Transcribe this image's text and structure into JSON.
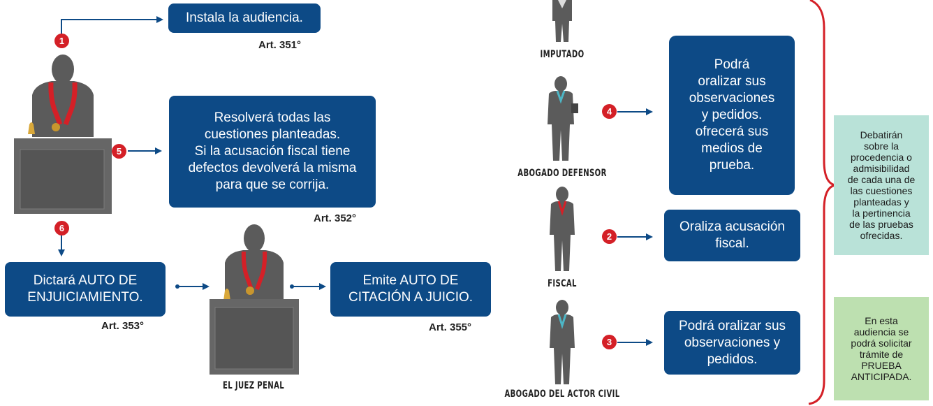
{
  "steps": {
    "s1": {
      "number": "1",
      "text": "Instala la audiencia.",
      "article": "Art. 351°"
    },
    "s5": {
      "number": "5",
      "text": "Resolverá todas las\ncuestiones planteadas.\nSi la acusación fiscal tiene\ndefectos devolverá la misma\npara que se corrija.",
      "article": "Art. 352°"
    },
    "s6": {
      "number": "6",
      "text": "Dictará AUTO DE\nENJUICIAMIENTO.",
      "article": "Art. 353°"
    },
    "citation": {
      "text": "Emite AUTO DE\nCITACIÓN A JUICIO.",
      "article": "Art. 355°"
    },
    "s4": {
      "number": "4",
      "text": "Podrá\noralizar sus\nobservaciones\ny pedidos.\nofrecerá sus\nmedios de\nprueba."
    },
    "s2": {
      "number": "2",
      "text": "Oraliza acusación\nfiscal."
    },
    "s3": {
      "number": "3",
      "text": "Podrá oralizar sus\nobservaciones y\npedidos."
    }
  },
  "roles": {
    "imputado": "IMPUTADO",
    "defensor": "ABOGADO DEFENSOR",
    "fiscal": "FISCAL",
    "actor_civil": "ABOGADO DEL ACTOR  CIVIL",
    "juez": "EL JUEZ PENAL"
  },
  "notes": {
    "debate": "Debatirán\nsobre la\nprocedencia o\nadmisibilidad\nde cada una de\nlas cuestiones\nplanteadas y\nla pertinencia\nde las pruebas\nofrecidas.",
    "prueba": "En esta\naudiencia se\npodrá solicitar\ntrámite de\nPRUEBA\nANTICIPADA."
  },
  "colors": {
    "box_blue": "#0d4a86",
    "badge_red": "#d42027",
    "figure_gray": "#5b5b5b",
    "note_teal": "#b9e2d8",
    "note_green": "#bde0b0",
    "brace_red": "#d42027"
  }
}
